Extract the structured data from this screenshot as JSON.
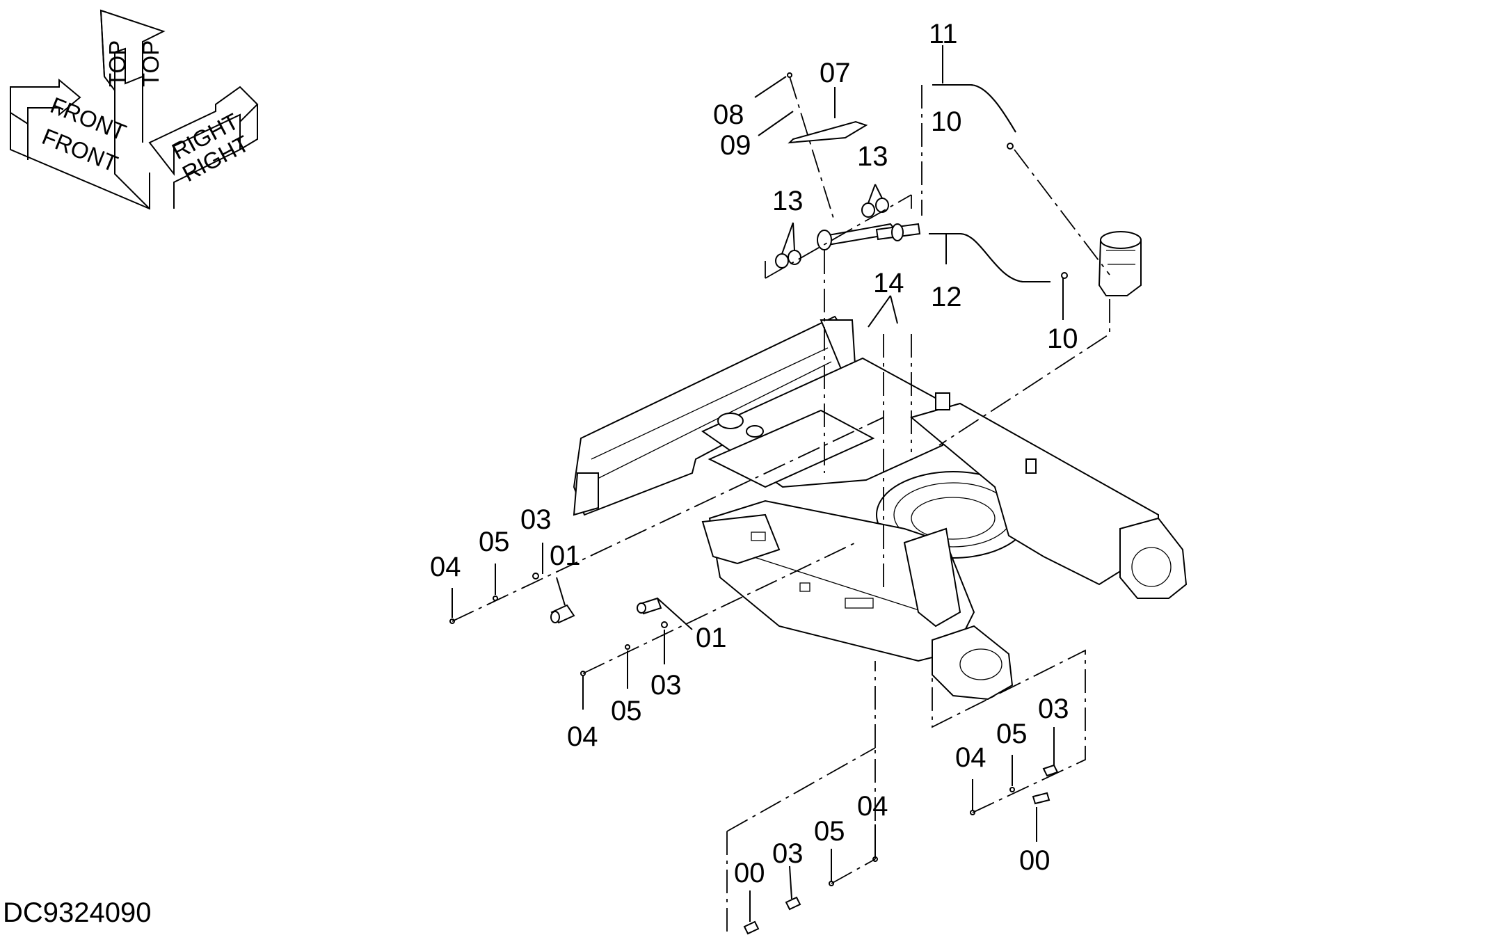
{
  "document_id": "DC9324090",
  "orientation_labels": {
    "front_top": "FRONT",
    "front_bottom": "FRONT",
    "top_left": "TOP",
    "top_right": "TOP",
    "right_top": "RIGHT",
    "right_bottom": "RIGHT"
  },
  "callouts": {
    "c11": "11",
    "c07": "07",
    "c08": "08",
    "c09": "09",
    "c10_top": "10",
    "c13_right": "13",
    "c13_left": "13",
    "c14": "14",
    "c12": "12",
    "c10_bottom": "10",
    "c03_left": "03",
    "c05_left": "05",
    "c04_left": "04",
    "c01_left": "01",
    "c01_mid": "01",
    "c03_mid": "03",
    "c05_mid": "05",
    "c04_mid": "04",
    "c03_right": "03",
    "c05_right": "05",
    "c04_right": "04",
    "c00_right": "00",
    "c04_bottom": "04",
    "c05_bottom": "05",
    "c03_bottom": "03",
    "c00_bottom": "00"
  }
}
